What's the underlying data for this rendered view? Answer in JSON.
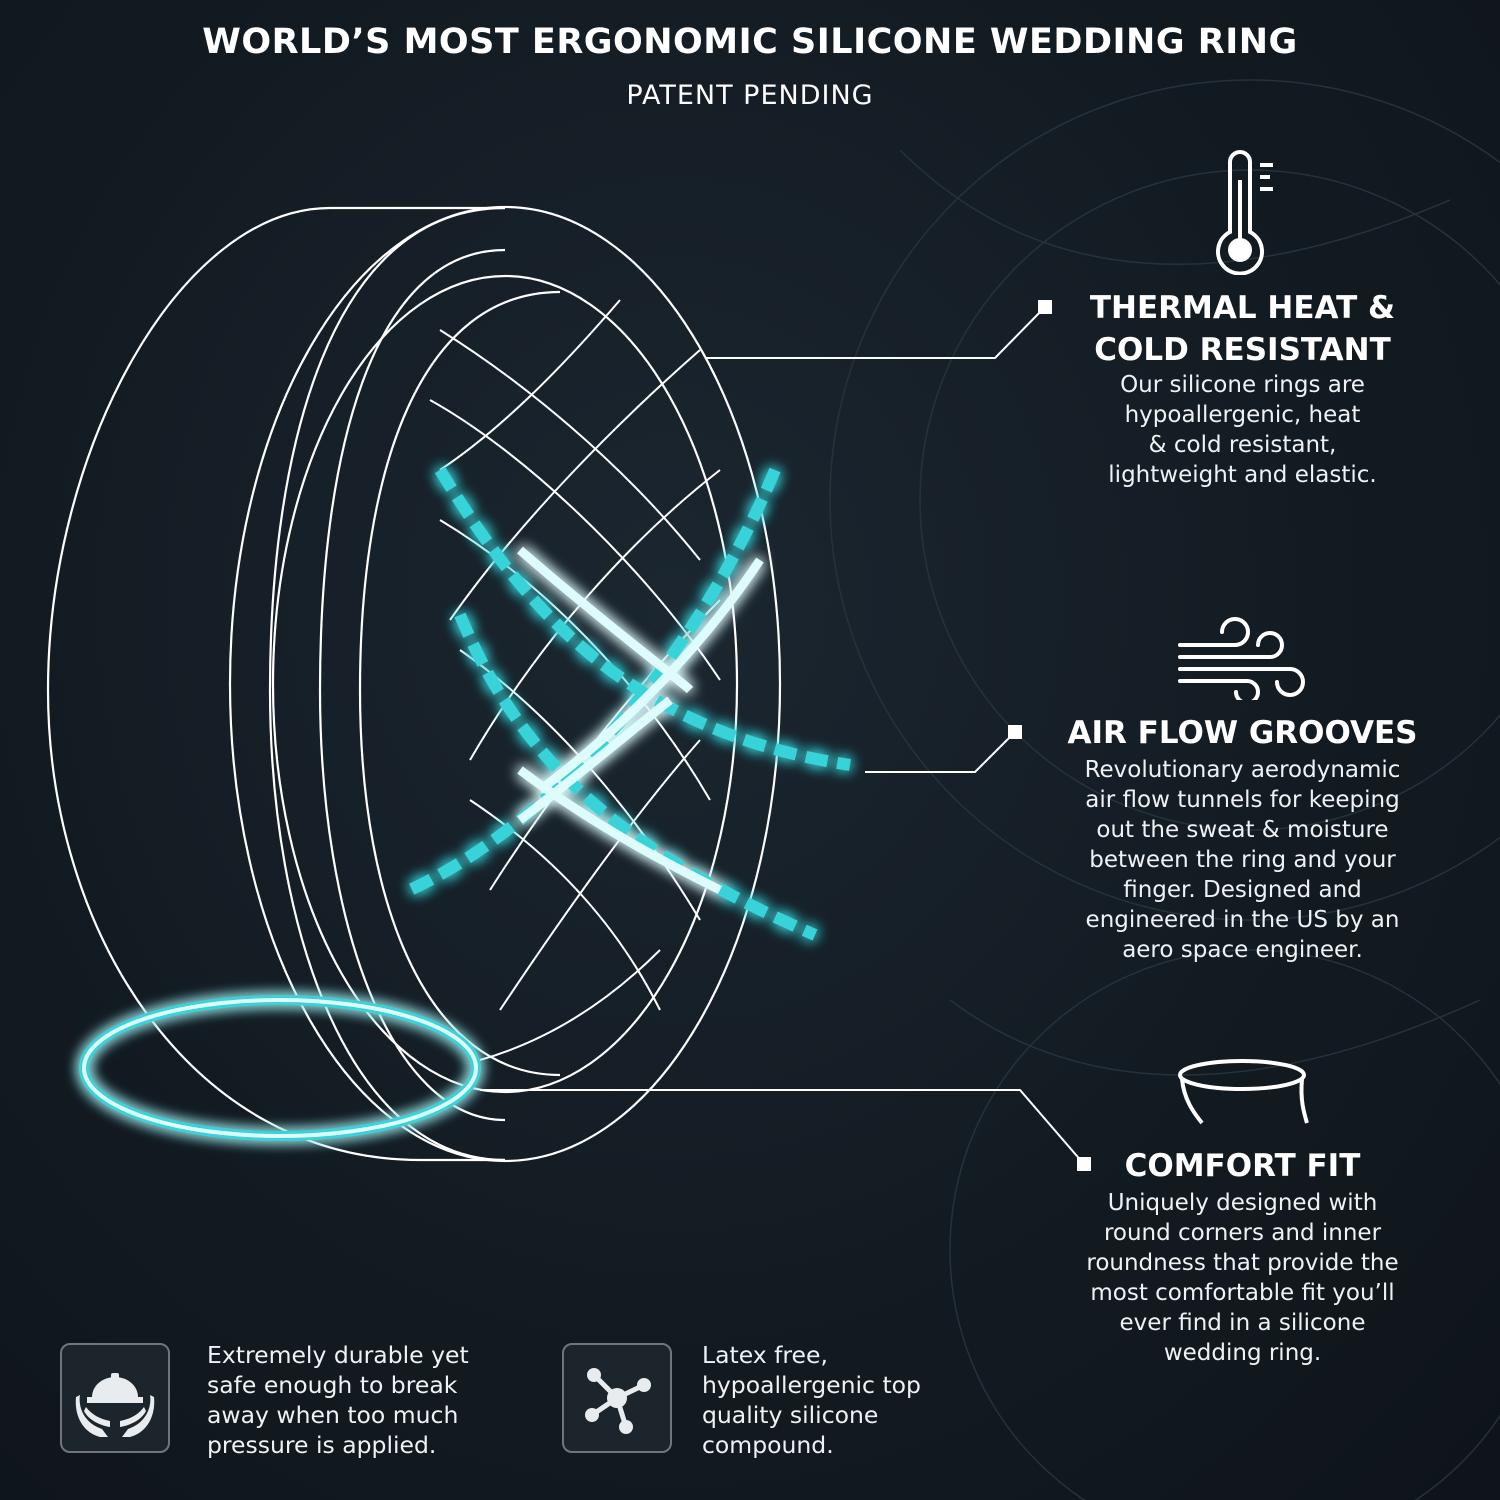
{
  "header": {
    "title": "WORLD’S MOST ERGONOMIC SILICONE WEDDING RING",
    "subtitle": "PATENT PENDING"
  },
  "features": [
    {
      "heading_line1": "THERMAL HEAT &",
      "heading_line2": "COLD RESISTANT",
      "description": [
        "Our silicone rings are",
        "hypoallergenic, heat",
        "& cold resistant,",
        "lightweight and elastic."
      ],
      "icon": "thermometer-icon"
    },
    {
      "heading_line1": "AIR FLOW GROOVES",
      "description": [
        "Revolutionary aerodynamic",
        "air flow tunnels for keeping",
        "out the sweat & moisture",
        "between the ring and your",
        "finger. Designed and",
        "engineered in the US by an",
        "aero space engineer."
      ],
      "icon": "wind-icon"
    },
    {
      "heading_line1": "COMFORT FIT",
      "description": [
        "Uniquely designed with",
        "round corners and inner",
        "roundness that provide the",
        "most comfortable fit you’ll",
        "ever find in a silicone",
        "wedding ring."
      ],
      "icon": "comfort-band-icon"
    }
  ],
  "bottom_items": [
    {
      "icon": "hands-hardhat-icon",
      "lines": [
        "Extremely durable yet",
        "safe enough to break",
        "away when too much",
        "pressure is applied."
      ]
    },
    {
      "icon": "molecule-icon",
      "lines": [
        "Latex free,",
        "hypoallergenic top",
        "quality silicone",
        "compound."
      ]
    }
  ],
  "colors": {
    "background": "#131b22",
    "line": "#ffffff",
    "glow": "#39d3d8",
    "glow_core": "#dffcfd"
  }
}
